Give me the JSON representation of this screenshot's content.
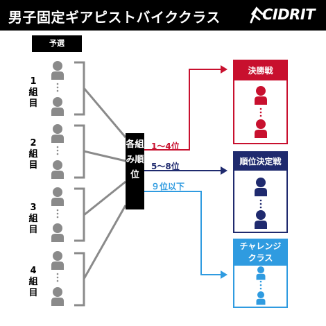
{
  "header": {
    "title": "男子固定ギアピストバイククラス",
    "logo_text": "CIDRIT"
  },
  "preliminary_label": "予選",
  "groups": [
    {
      "label": "1組目"
    },
    {
      "label": "2組目"
    },
    {
      "label": "3組目"
    },
    {
      "label": "4組目"
    }
  ],
  "ranking_label": "各組み順位",
  "arrows": [
    {
      "label": "1～4位",
      "color": "#c8102e"
    },
    {
      "label": "5～8位",
      "color": "#1f2a6e"
    },
    {
      "label": "９位以下",
      "color": "#2f9be0"
    }
  ],
  "results": [
    {
      "title": "決勝戦",
      "color": "#c8102e"
    },
    {
      "title": "順位決定戦",
      "color": "#1f2a6e"
    },
    {
      "title": "チャレンジ\nクラス",
      "color": "#2f9be0"
    }
  ],
  "colors": {
    "person_gray": "#8a8a8a",
    "bracket_gray": "#8a8a8a"
  }
}
